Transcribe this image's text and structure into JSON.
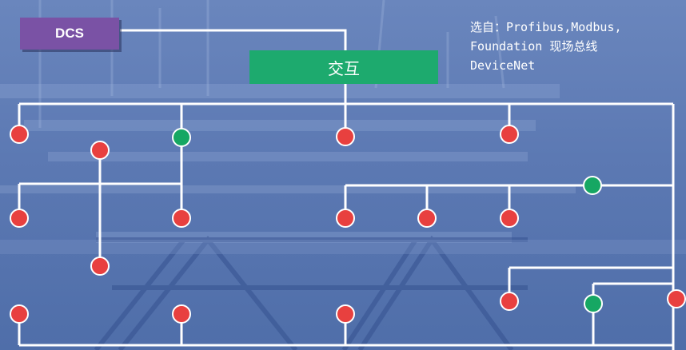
{
  "dcs_label": "DCS",
  "interaction_label": "交互",
  "note_lines": [
    "选自：Profibus,Modbus,",
    "Foundation 现场总线",
    "DeviceNet"
  ],
  "colors": {
    "line": "#ffffff",
    "node_red": "#e8403f",
    "node_green": "#16a763",
    "dcs_box": "#7a52a5",
    "green_box": "#1daa6e"
  }
}
